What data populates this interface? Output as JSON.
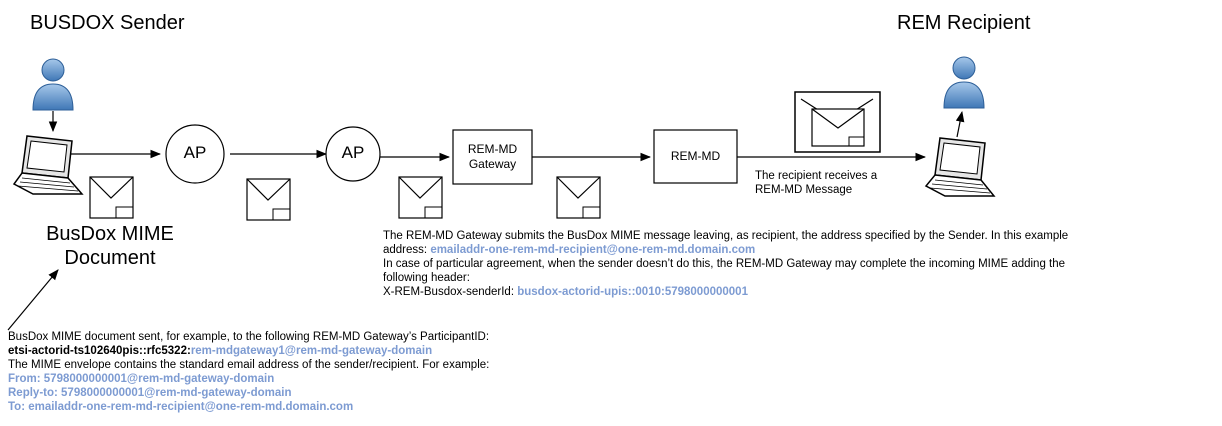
{
  "labels": {
    "sender": "BUSDOX Sender",
    "recipient": "REM Recipient",
    "doc_line1": "BusDox MIME",
    "doc_line2": "Document",
    "ap1": "AP",
    "ap2": "AP",
    "gateway_line1": "REM-MD",
    "gateway_line2": "Gateway",
    "remmd": "REM-MD",
    "recv_line1": "The recipient receives a",
    "recv_line2": "REM-MD Message"
  },
  "gateway_note": {
    "line1": "The REM-MD Gateway submits the BusDox MIME message leaving, as recipient, the address specified by the Sender. In this example",
    "line2_prefix": "address: ",
    "line2_value": "emailaddr-one-rem-md-recipient@one-rem-md.domain.com",
    "line3": "In case of particular agreement, when the sender doesn’t do this, the REM-MD Gateway may complete the incoming MIME adding the",
    "line4": "following header:",
    "line5_prefix": "X-REM-Busdox-senderId: ",
    "line5_value": "busdox-actorid-upis::0010:5798000000001"
  },
  "sender_note": {
    "line1": "BusDox MIME document sent, for example, to the following REM-MD Gateway’s ParticipantID:",
    "line2_prefix": "etsi-actorid-ts102640pis::rfc5322:",
    "line2_value": "rem-mdgateway1@rem-md-gateway-domain",
    "line3": "The MIME envelope contains the standard email address of the sender/recipient. For example:",
    "line4": "From: 5798000000001@rem-md-gateway-domain",
    "line5": "Reply-to: 5798000000001@rem-md-gateway-domain",
    "line6": "To: emailaddr-one-rem-md-recipient@one-rem-md.domain.com"
  },
  "colors": {
    "accent_blue": "#7d9bd2",
    "person_blue": "#5b8fc7"
  }
}
